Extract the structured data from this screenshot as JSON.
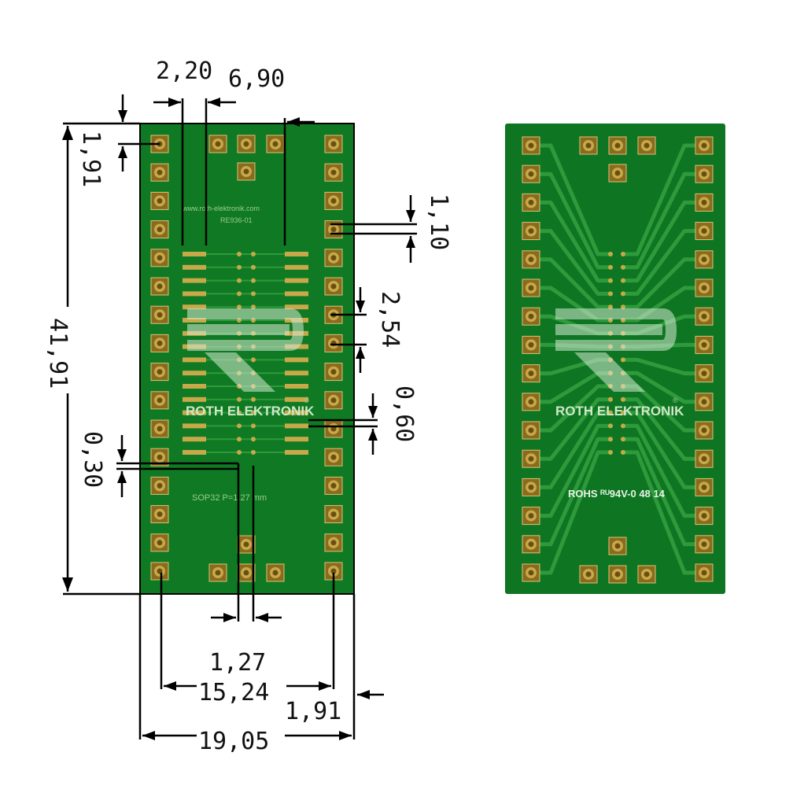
{
  "dimensions": {
    "d_2_20": "2,20",
    "d_6_90": "6,90",
    "d_1_91_top": "1,91",
    "d_1_10": "1,10",
    "d_2_54": "2,54",
    "d_0_60": "0,60",
    "d_41_91": "41,91",
    "d_0_30": "0,30",
    "d_1_27": "1,27",
    "d_15_24": "15,24",
    "d_1_91_bottom": "1,91",
    "d_19_05": "19,05"
  },
  "board_front": {
    "url_text": "www.roth-elektronik.com",
    "part_no": "RE936-01",
    "brand": "ROTH ELEKTRONIK",
    "registered": "®",
    "package_label": "SOP32 P=1.27 mm"
  },
  "board_back": {
    "brand": "ROTH ELEKTRONIK",
    "registered": "®",
    "rohs_line": "ROHS ᴿᵁ94V-0  48 14"
  },
  "colors": {
    "pcb_green": "#0f7a23",
    "pcb_green_dark": "#0a6a1c",
    "trace_green": "#2f9a3b",
    "pad_gold": "#c7a94a",
    "pad_gold_dark": "#8a6b1e",
    "silkscreen": "#dfeee0"
  }
}
